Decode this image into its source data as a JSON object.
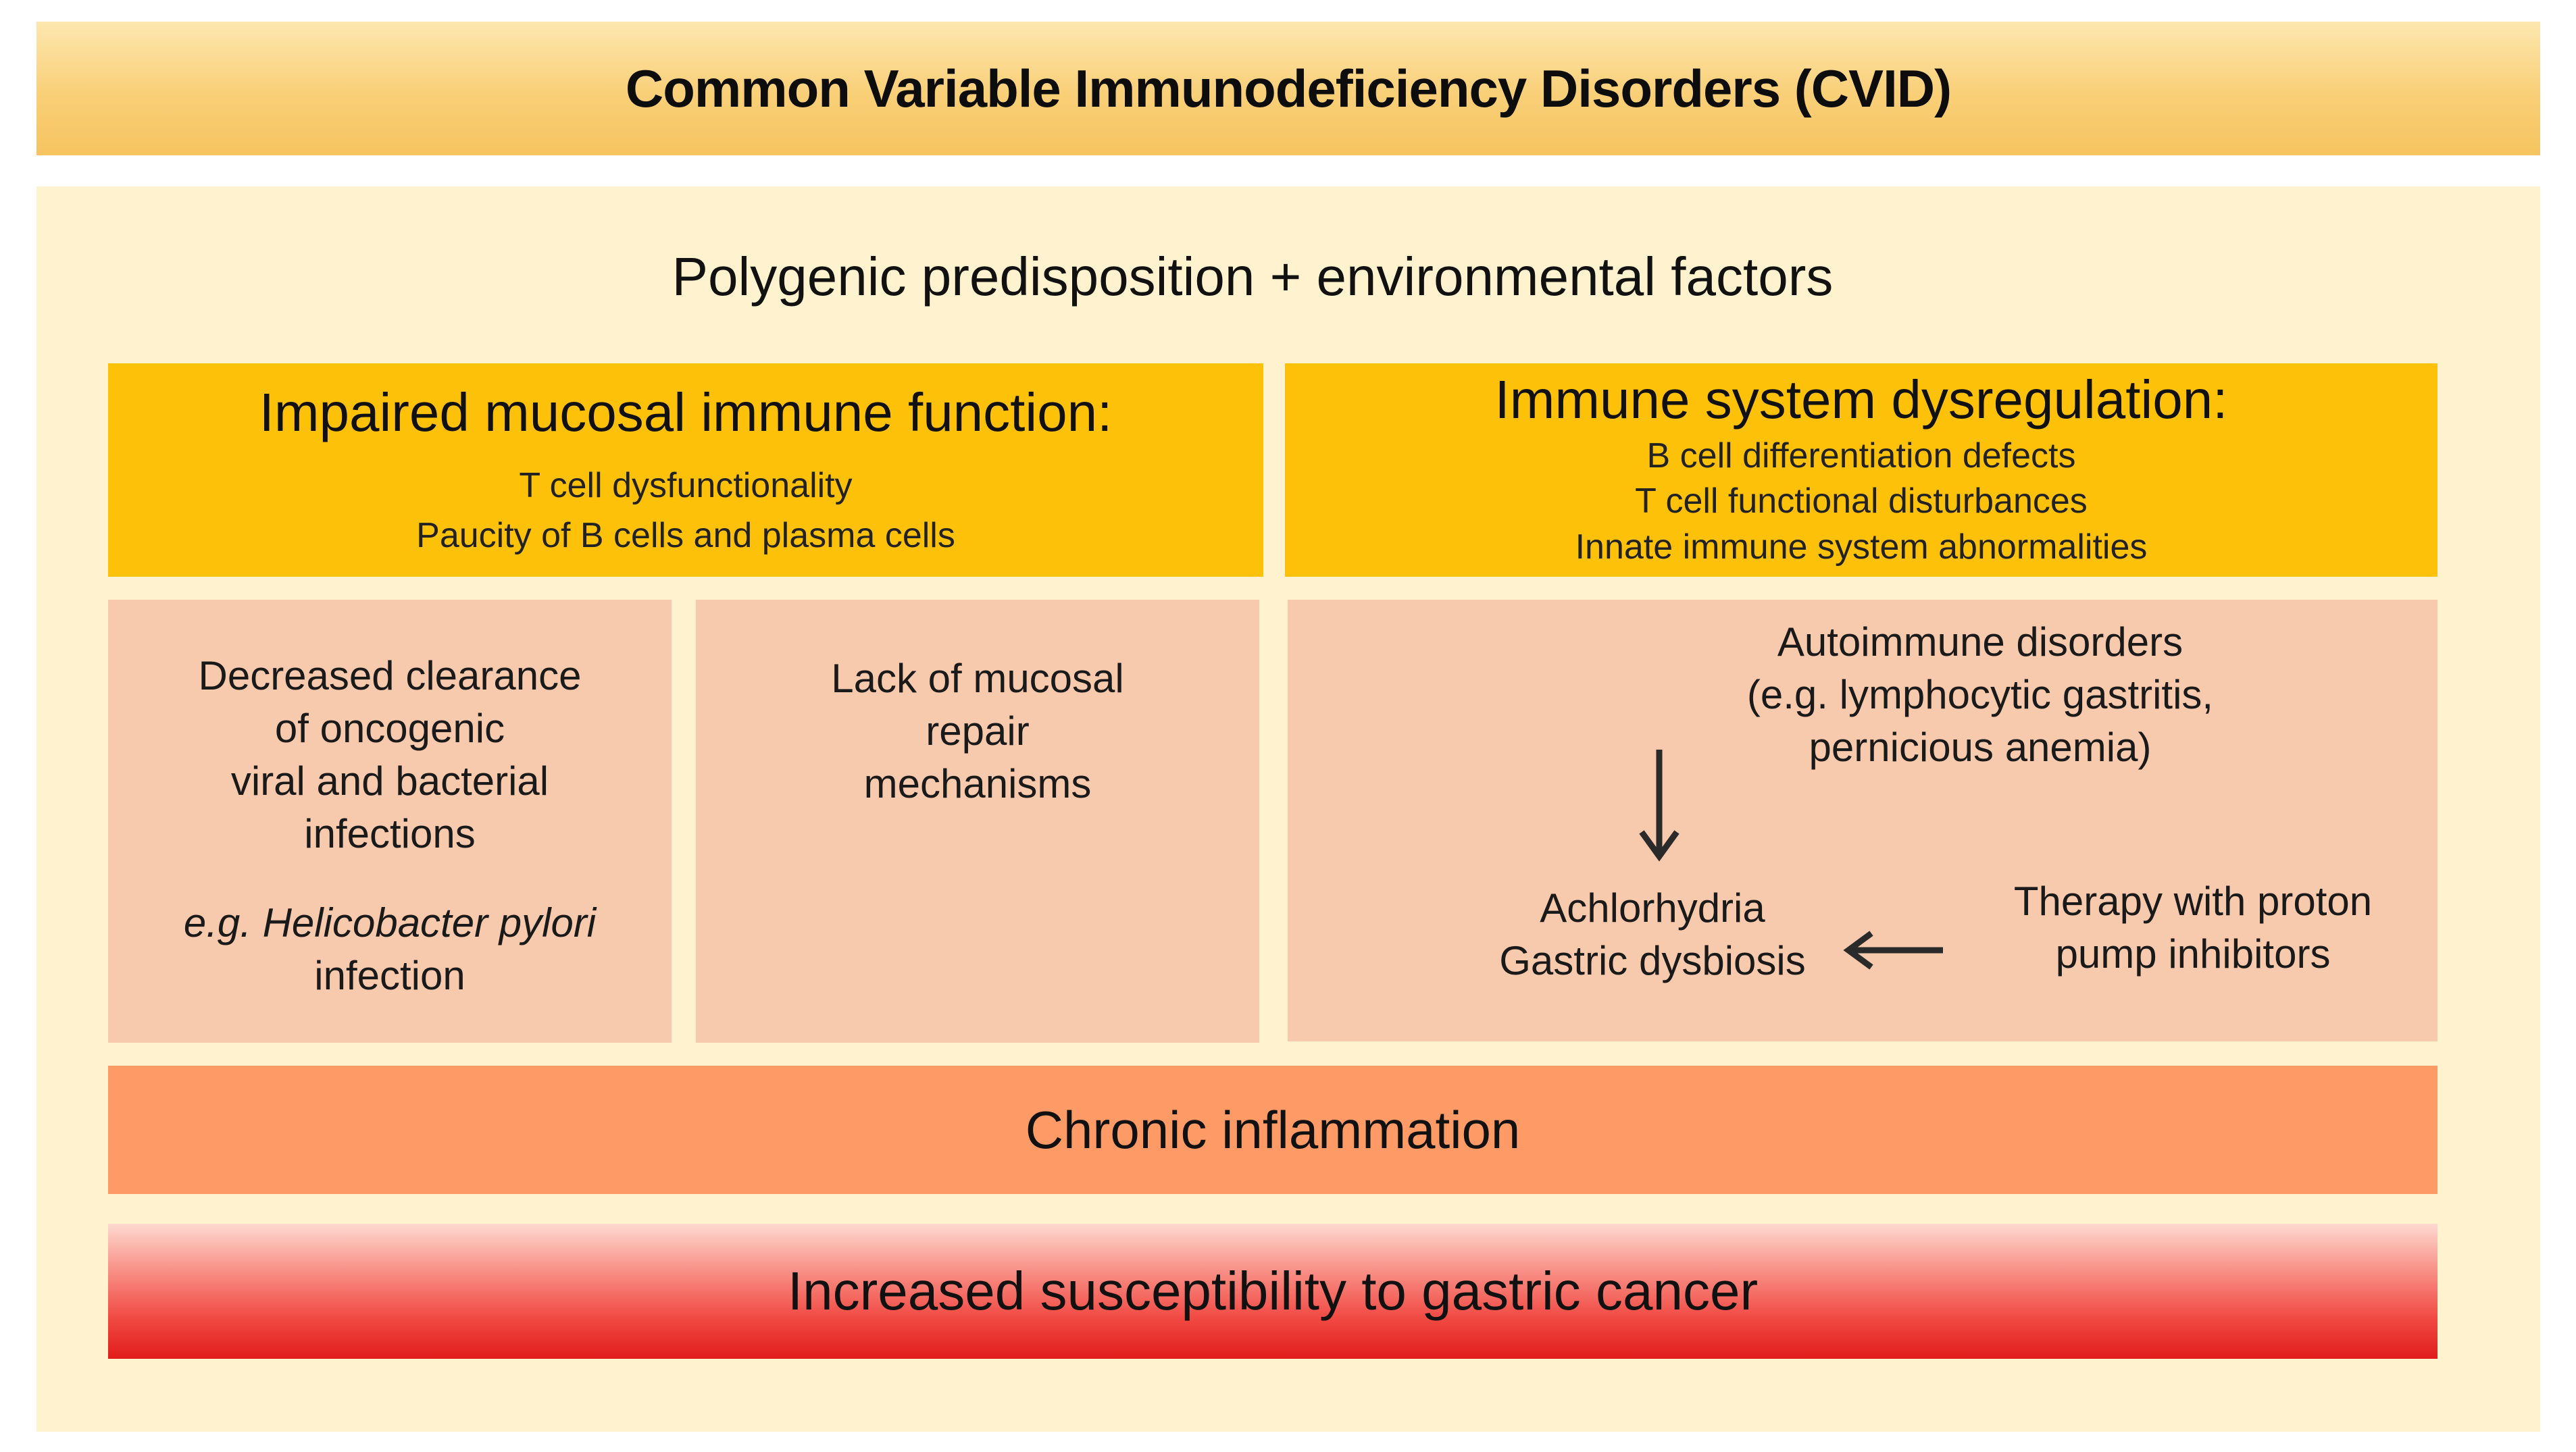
{
  "title": "Common Variable Immunodeficiency Disorders (CVID)",
  "subtitle": "Polygenic predisposition + environmental factors",
  "left_header": {
    "title": "Impaired mucosal immune function:",
    "lines": [
      "T cell dysfunctionality",
      "Paucity of B cells and plasma cells"
    ]
  },
  "right_header": {
    "title": "Immune system dysregulation:",
    "lines": [
      "B cell differentiation defects",
      "T cell functional disturbances",
      "Innate immune system abnormalities"
    ]
  },
  "box_infections": {
    "lines": [
      "Decreased clearance",
      "of oncogenic",
      "viral and bacterial",
      "infections"
    ],
    "example_prefix": "e.g. Helicobacter pylori",
    "example_suffix": "infection"
  },
  "box_repair": {
    "lines": [
      "Lack of mucosal",
      "repair",
      "mechanisms"
    ]
  },
  "box_autoimmune": {
    "autoimmune_lines": [
      "Autoimmune disorders",
      "(e.g. lymphocytic gastritis,",
      "pernicious anemia)"
    ],
    "achlorhydria_lines": [
      "Achlorhydria",
      "Gastric dysbiosis"
    ],
    "therapy_lines": [
      "Therapy with proton",
      "pump inhibitors"
    ]
  },
  "chronic": "Chronic inflammation",
  "cancer": "Increased susceptibility to gastric cancer",
  "colors": {
    "title_band": "#f9cf77",
    "panel": "#fef2cf",
    "yellow": "#fec10a",
    "salmon": "#f7c9ad",
    "orange": "#fd9a66",
    "red": "#e01c1b"
  }
}
